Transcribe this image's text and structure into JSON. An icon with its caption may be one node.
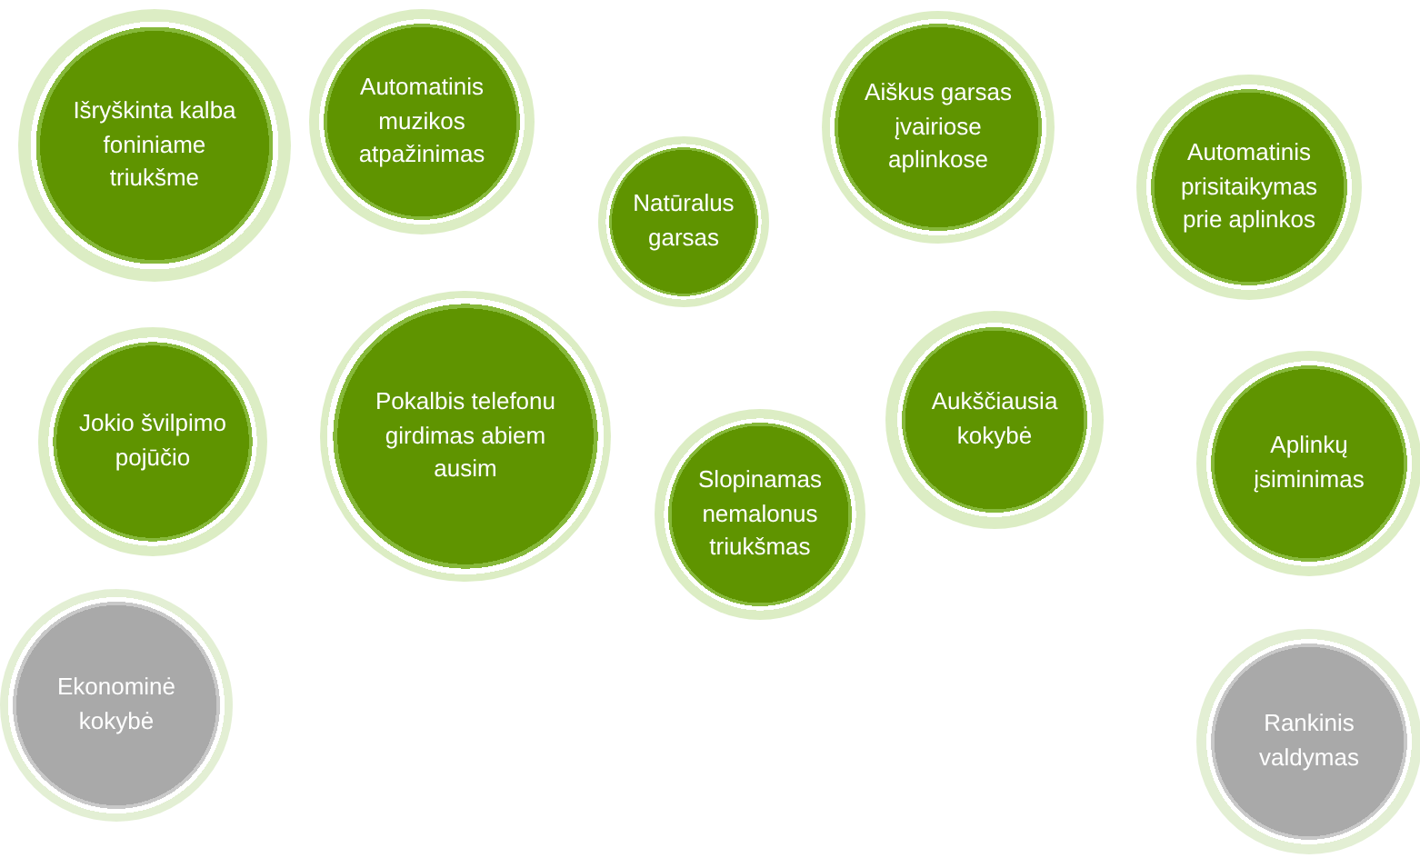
{
  "diagram": {
    "nodes": [
      {
        "text": [
          "Išryškinta kalba foniniame triukšme"
        ]
      },
      {
        "text": [
          "Automatinis muzikos atpažinimas"
        ]
      },
      {
        "text": [
          "Natūralus garsas"
        ]
      },
      {
        "text": [
          "Aiškus garsas įvairiose aplinkose"
        ]
      },
      {
        "text": [
          "Automatinis prisitaikymas prie aplinkos"
        ]
      },
      {
        "text": [
          "Jokio švilpimo pojūčio"
        ]
      },
      {
        "text": [
          "Pokalbis telefonu girdimas abiem ausim"
        ]
      },
      {
        "text": [
          "Slopinamas nemalonus triukšmas"
        ]
      },
      {
        "text": [
          "Aukščiausia kokybė"
        ]
      },
      {
        "text": [
          "Aplinkų įsiminimas"
        ]
      },
      {
        "text": [
          "Ekonominė kokybė"
        ]
      },
      {
        "text": [
          "Rankinis valdymas"
        ]
      }
    ]
  }
}
